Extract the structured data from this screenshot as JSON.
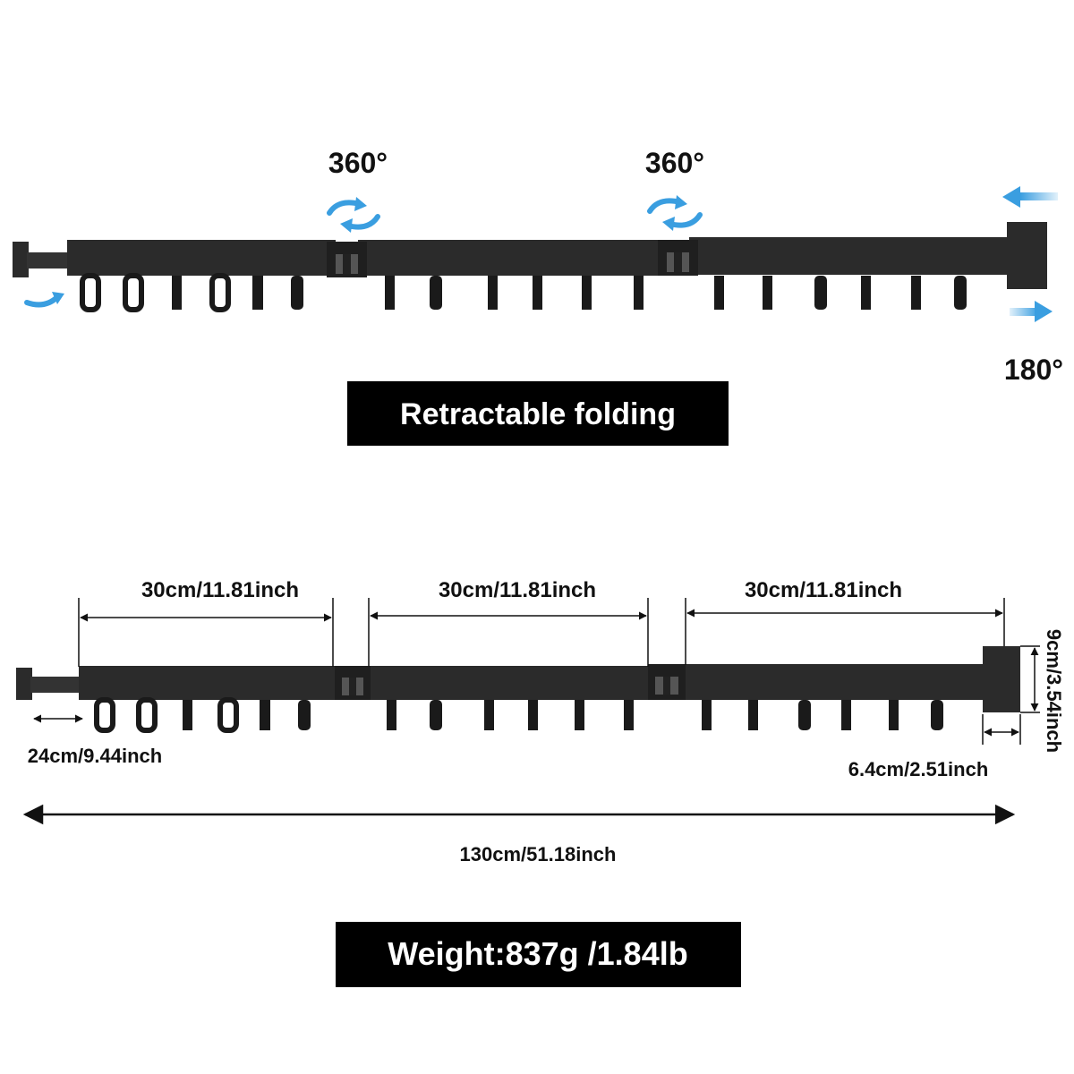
{
  "top": {
    "rotation_labels": [
      "360°",
      "360°"
    ],
    "end_rotation_label": "180°",
    "banner": "Retractable folding"
  },
  "bottom": {
    "section_lengths": [
      "30cm/11.81inch",
      "30cm/11.81inch",
      "30cm/11.81inch"
    ],
    "height_label": "9cm/3.54inch",
    "extension_label": "24cm/9.44inch",
    "bracket_width_label": "6.4cm/2.51inch",
    "total_length_label": "130cm/51.18inch",
    "banner": "Weight:837g /1.84lb"
  },
  "colors": {
    "rail": "#2b2b2b",
    "hook": "#1a1a1a",
    "arrow_blue": "#3a9ee0",
    "banner_bg": "#000000",
    "banner_text": "#ffffff"
  }
}
